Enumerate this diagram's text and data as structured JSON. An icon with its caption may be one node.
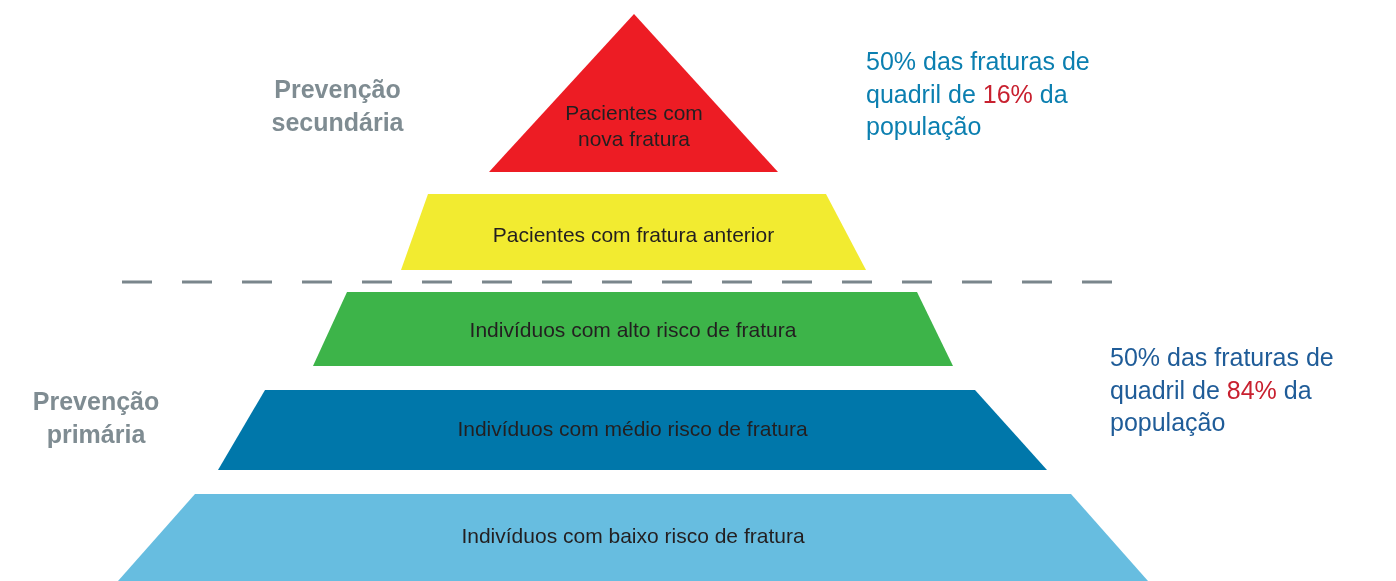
{
  "diagram": {
    "nodes": [
      {
        "text": [
          "Pacientes com nova fratura"
        ]
      },
      {
        "text": [
          "Pacientes com fratura anterior"
        ]
      },
      {
        "text": [
          "Indivíduos com alto risco de fratura"
        ]
      },
      {
        "text": [
          "Indivíduos com médio risco de fratura"
        ]
      },
      {
        "text": [
          "Indivíduos com baixo risco de fratura"
        ]
      }
    ],
    "edges": [],
    "labels": [
      "Prevenção secundária",
      "50% das fraturas de quadril de 16% da população",
      "Prevenção primária",
      "50% das fraturas de quadril de 84% da população"
    ]
  }
}
